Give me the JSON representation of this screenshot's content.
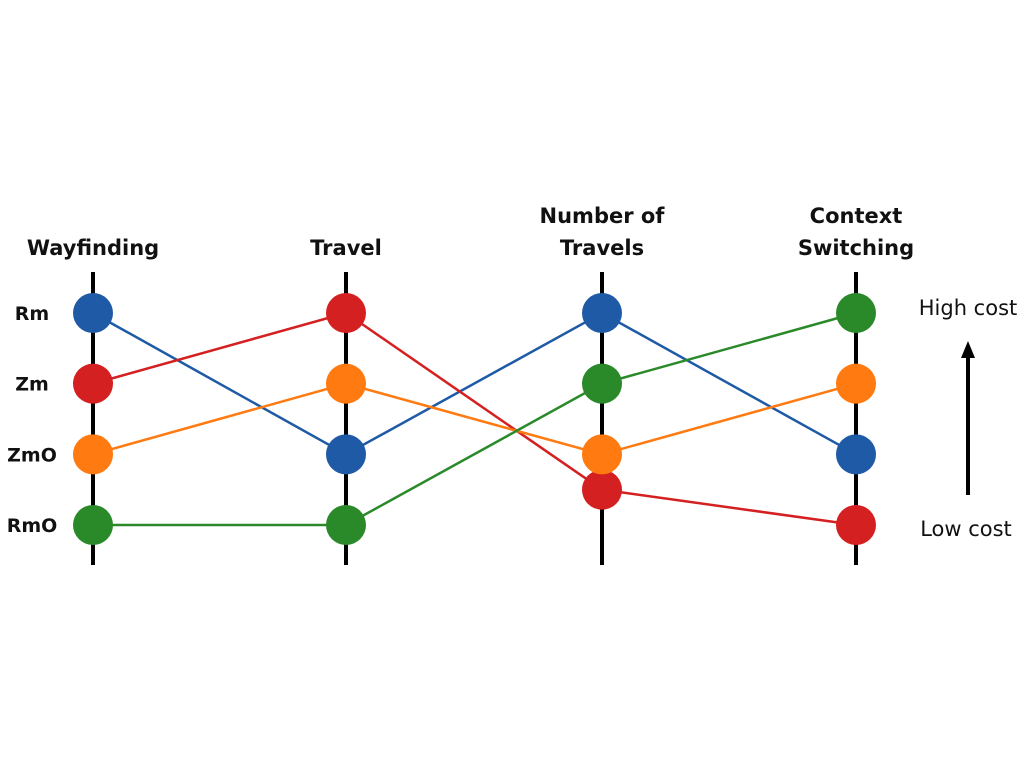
{
  "chart_data": {
    "type": "parallel-coordinates",
    "axes": [
      {
        "title_lines": [
          "Wayfinding"
        ]
      },
      {
        "title_lines": [
          "Travel"
        ]
      },
      {
        "title_lines": [
          "Number of",
          "Travels"
        ]
      },
      {
        "title_lines": [
          "Context",
          "Switching"
        ]
      }
    ],
    "rank_labels": [
      "Rm",
      "Zm",
      "ZmO",
      "RmO"
    ],
    "series": [
      {
        "name": "Rm",
        "color": "#1f5aa6",
        "ranks": [
          1,
          3,
          1,
          3
        ]
      },
      {
        "name": "Zm",
        "color": "#d42020",
        "ranks": [
          2,
          1,
          3.5,
          4
        ]
      },
      {
        "name": "ZmO",
        "color": "#ff7a10",
        "ranks": [
          3,
          2,
          3,
          2
        ]
      },
      {
        "name": "RmO",
        "color": "#2a8a2a",
        "ranks": [
          4,
          4,
          2,
          1
        ]
      }
    ],
    "rank_scale": {
      "top": "High cost",
      "bottom": "Low cost",
      "direction": "up = higher cost"
    }
  }
}
